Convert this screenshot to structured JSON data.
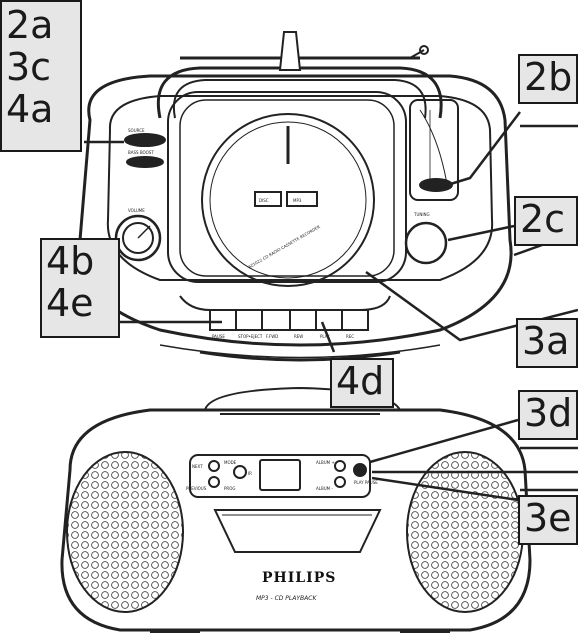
{
  "labels": {
    "l2a": "2a",
    "l3c": "3c",
    "l4a": "4a",
    "l2b": "2b",
    "l2c": "2c",
    "l4b": "4b",
    "l4e": "4e",
    "l4d": "4d",
    "l3a": "3a",
    "l3d": "3d",
    "l3e": "3e"
  },
  "top_unit": {
    "cd_lid_text": "AZ1022 CD RADIO CASSETTE RECORDER",
    "cd_logo": "DISC",
    "mp3_logo": "MP3",
    "volume": "VOLUME",
    "tuning": "TUNING",
    "source": "SOURCE",
    "bass_boost": "BASS BOOST",
    "buttons": [
      "PAUSE",
      "STOP•EJECT",
      "F.FWD",
      "REW",
      "PLAY",
      "REC"
    ]
  },
  "front_unit": {
    "brand": "PHILIPS",
    "subtitle": "MP3 - CD PLAYBACK",
    "next": "NEXT",
    "previous": "PREVIOUS",
    "mode": "MODE",
    "prog": "PROG",
    "album_up": "ALBUM +",
    "album_down": "ALBUM -",
    "play_pause": "PLAY PAUSE",
    "ir": "IR"
  }
}
